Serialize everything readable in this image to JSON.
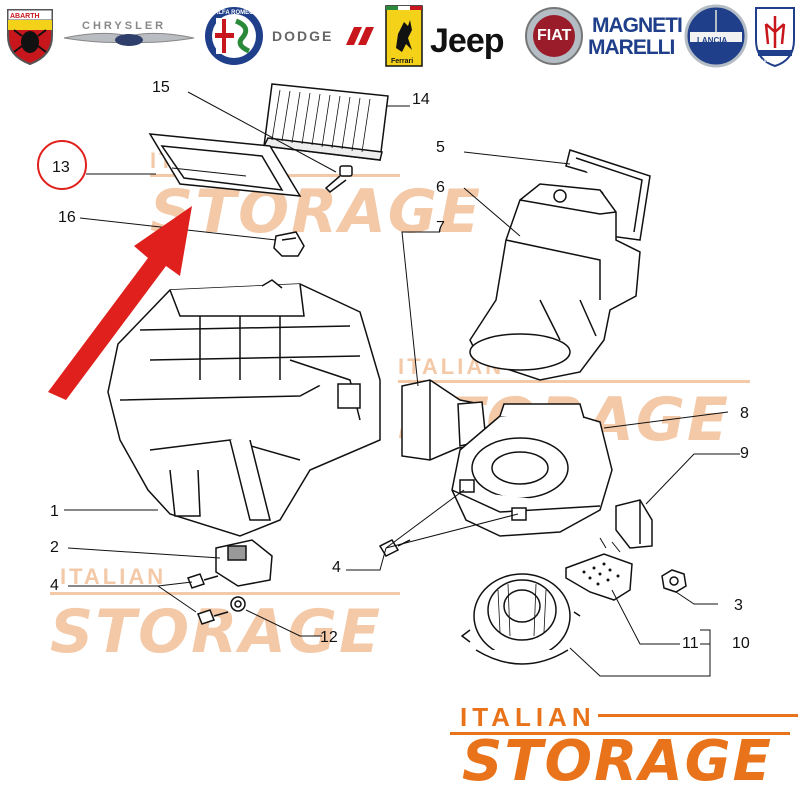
{
  "brands": {
    "abarth": "ABARTH",
    "chrysler": "CHRYSLER",
    "alfa_romeo": "ALFA ROMEO",
    "dodge": "DODGE",
    "ferrari": "Ferrari",
    "jeep": "Jeep",
    "fiat": "FIAT",
    "magneti_marelli_1": "MAGNETI",
    "magneti_marelli_2": "MARELLI",
    "lancia": "LANCIA",
    "maserati": "MASERATI"
  },
  "callouts": {
    "n1": "1",
    "n2": "2",
    "n3": "3",
    "n4a": "4",
    "n4b": "4",
    "n5": "5",
    "n6": "6",
    "n7": "7",
    "n8": "8",
    "n9": "9",
    "n10": "10",
    "n11": "11",
    "n12": "12",
    "n13": "13",
    "n14": "14",
    "n15": "15",
    "n16": "16"
  },
  "highlight": {
    "part": "13",
    "color": "#e0201c"
  },
  "watermark": {
    "top": "ITALIAN",
    "bottom": "STORAGE",
    "color": "#f3c9a8"
  },
  "logo": {
    "top": "ITALIAN",
    "bottom": "STORAGE",
    "color": "#e8731a"
  }
}
